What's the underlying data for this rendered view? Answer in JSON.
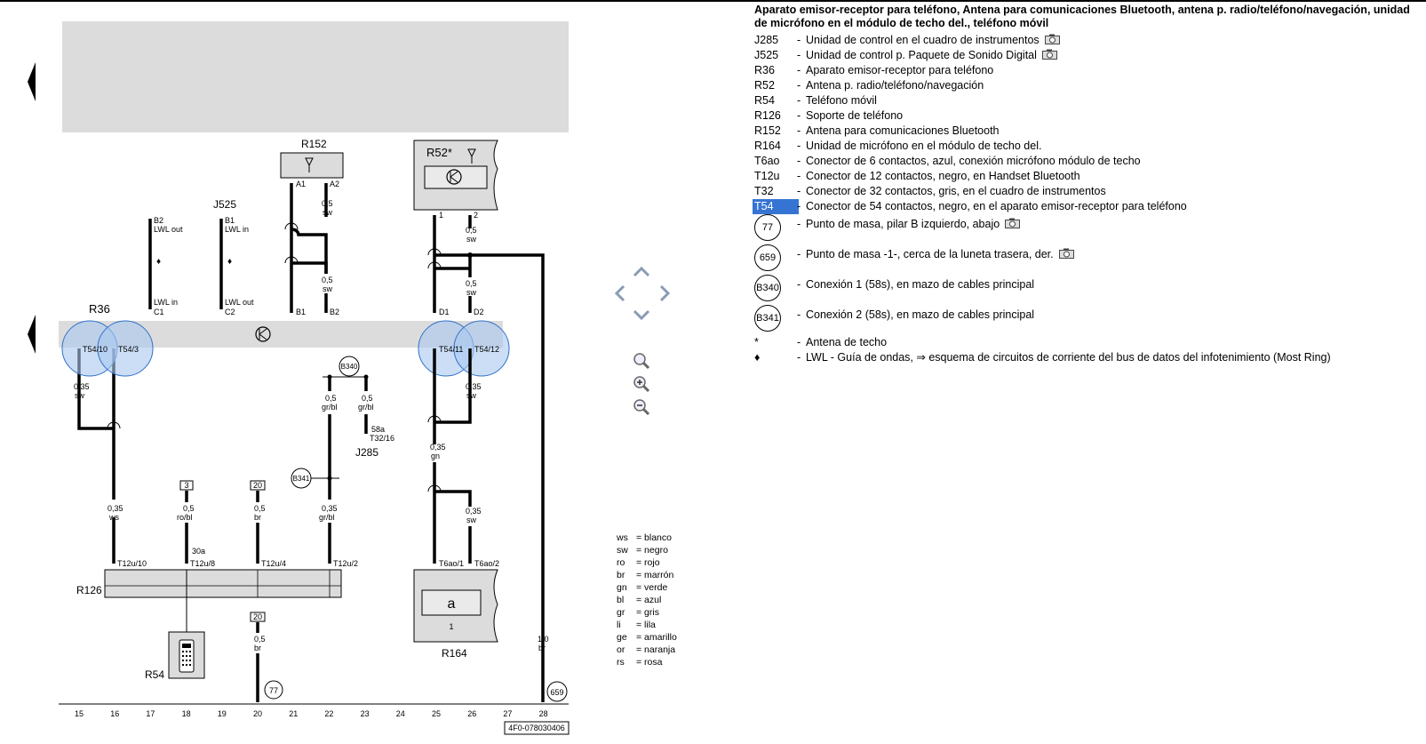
{
  "legend": {
    "title": "Aparato emisor-receptor para teléfono, Antena para comunicaciones Bluetooth, antena p. radio/teléfono/navegación, unidad de micrófono en el módulo de techo del., teléfono móvil",
    "items": [
      {
        "code": "J285",
        "desc": "Unidad de control en el cuadro de instrumentos",
        "camera": true
      },
      {
        "code": "J525",
        "desc": "Unidad de control p. Paquete de Sonido Digital",
        "camera": true
      },
      {
        "code": "R36",
        "desc": "Aparato emisor-receptor para teléfono",
        "camera": false
      },
      {
        "code": "R52",
        "desc": "Antena p. radio/teléfono/navegación",
        "camera": false
      },
      {
        "code": "R54",
        "desc": "Teléfono móvil",
        "camera": false
      },
      {
        "code": "R126",
        "desc": "Soporte de teléfono",
        "camera": false
      },
      {
        "code": "R152",
        "desc": "Antena para comunicaciones Bluetooth",
        "camera": false
      },
      {
        "code": "R164",
        "desc": "Unidad de micrófono en el módulo de techo del.",
        "camera": false
      },
      {
        "code": "T6ao",
        "desc": "Conector de 6 contactos, azul, conexión micrófono módulo de techo",
        "camera": false
      },
      {
        "code": "T12u",
        "desc": "Conector de 12 contactos, negro, en Handset Bluetooth",
        "camera": false
      },
      {
        "code": "T32",
        "desc": "Conector de 32 contactos, gris, en el cuadro de instrumentos",
        "camera": false
      },
      {
        "code": "T54",
        "desc": "Conector de 54 contactos, negro, en el aparato emisor-receptor para teléfono",
        "camera": false,
        "highlight": true
      }
    ],
    "circles": [
      {
        "code": "77",
        "desc": "Punto de masa, pilar B izquierdo, abajo",
        "camera": true
      },
      {
        "code": "659",
        "desc": "Punto de masa -1-, cerca de la luneta trasera, der.",
        "camera": true
      },
      {
        "code": "B340",
        "desc": "Conexión 1 (58s), en mazo de cables principal",
        "camera": false
      },
      {
        "code": "B341",
        "desc": "Conexión 2 (58s), en mazo de cables principal",
        "camera": false
      }
    ],
    "notes": [
      {
        "symbol": "*",
        "desc": "Antena de techo"
      },
      {
        "symbol": "♦",
        "desc": "LWL - Guía de ondas, ⇒ esquema de circuitos de corriente del bus de datos del infotenimiento (Most Ring)"
      }
    ]
  },
  "colors": [
    {
      "abbr": "ws",
      "name": "blanco"
    },
    {
      "abbr": "sw",
      "name": "negro"
    },
    {
      "abbr": "ro",
      "name": "rojo"
    },
    {
      "abbr": "br",
      "name": "marrón"
    },
    {
      "abbr": "gn",
      "name": "verde"
    },
    {
      "abbr": "bl",
      "name": "azul"
    },
    {
      "abbr": "gr",
      "name": "gris"
    },
    {
      "abbr": "li",
      "name": "lila"
    },
    {
      "abbr": "ge",
      "name": "amarillo"
    },
    {
      "abbr": "or",
      "name": "naranja"
    },
    {
      "abbr": "rs",
      "name": "rosa"
    }
  ],
  "diagram": {
    "components": {
      "r36": "R36",
      "r152": "R152",
      "r52": "R52*",
      "j525": "J525",
      "j285": "J285",
      "r126": "R126",
      "r54": "R54",
      "r164": "R164"
    },
    "pins": {
      "b2": "B2",
      "b2_sub": "LWL out",
      "b1": "B1",
      "b1_sub": "LWL in",
      "c1": "C1",
      "c1_sub": "LWL in",
      "c2": "C2",
      "c2_sub": "LWL out",
      "a1": "A1",
      "a2": "A2",
      "b1r": "B1",
      "b2r": "B2",
      "p1": "1",
      "p2": "2",
      "d1": "D1",
      "d2": "D2",
      "t54_10": "T54/10",
      "t54_3": "T54/3",
      "t54_11": "T54/11",
      "t54_12": "T54/12",
      "t12u_10": "T12u/10",
      "t12u_8": "T12u/8",
      "t12u_4": "T12u/4",
      "t12u_2": "T12u/2",
      "s30a": "30a",
      "t6ao_1": "T6ao/1",
      "t6ao_2": "T6ao/2",
      "s58a": "58a",
      "t32_16": "T32/16",
      "r164_1": "1"
    },
    "wires": {
      "a2": {
        "size": "0,5",
        "color": "sw"
      },
      "b2r": {
        "size": "0,5",
        "color": "sw"
      },
      "p2": {
        "size": "0,5",
        "color": "sw"
      },
      "d2": {
        "size": "0,5",
        "color": "sw"
      },
      "t54_10": {
        "size": "0,35",
        "color": "sw"
      },
      "t54_12": {
        "size": "0,35",
        "color": "sw"
      },
      "b340a": {
        "size": "0,5",
        "color": "gr/bl"
      },
      "b340b": {
        "size": "0,5",
        "color": "gr/bl"
      },
      "t12_10": {
        "size": "0,35",
        "color": "ws"
      },
      "t12_8": {
        "size": "0,5",
        "color": "ro/bl"
      },
      "t12_4": {
        "size": "0,5",
        "color": "br"
      },
      "t12_2": {
        "size": "0,35",
        "color": "gr/bl"
      },
      "gn": {
        "size": "0,35",
        "color": "gn"
      },
      "t6_2": {
        "size": "0,35",
        "color": "sw"
      },
      "g77": {
        "size": "0,5",
        "color": "br"
      },
      "g659": {
        "size": "1,0",
        "color": "br"
      }
    },
    "refs": {
      "r3": "3",
      "r20a": "20",
      "r20b": "20"
    },
    "grounds": {
      "g77": "77",
      "g659": "659",
      "b340": "B340",
      "b341": "B341"
    },
    "scale": [
      "15",
      "16",
      "17",
      "18",
      "19",
      "20",
      "21",
      "22",
      "23",
      "24",
      "25",
      "26",
      "27",
      "28"
    ],
    "doc_id": "4F0-078030406"
  },
  "navigation": {
    "icons": [
      "arrow-left-icon",
      "arrow-up-icon",
      "arrow-down-icon",
      "arrow-right-icon",
      "zoom-icon",
      "zoom-in-icon",
      "zoom-out-icon"
    ]
  }
}
